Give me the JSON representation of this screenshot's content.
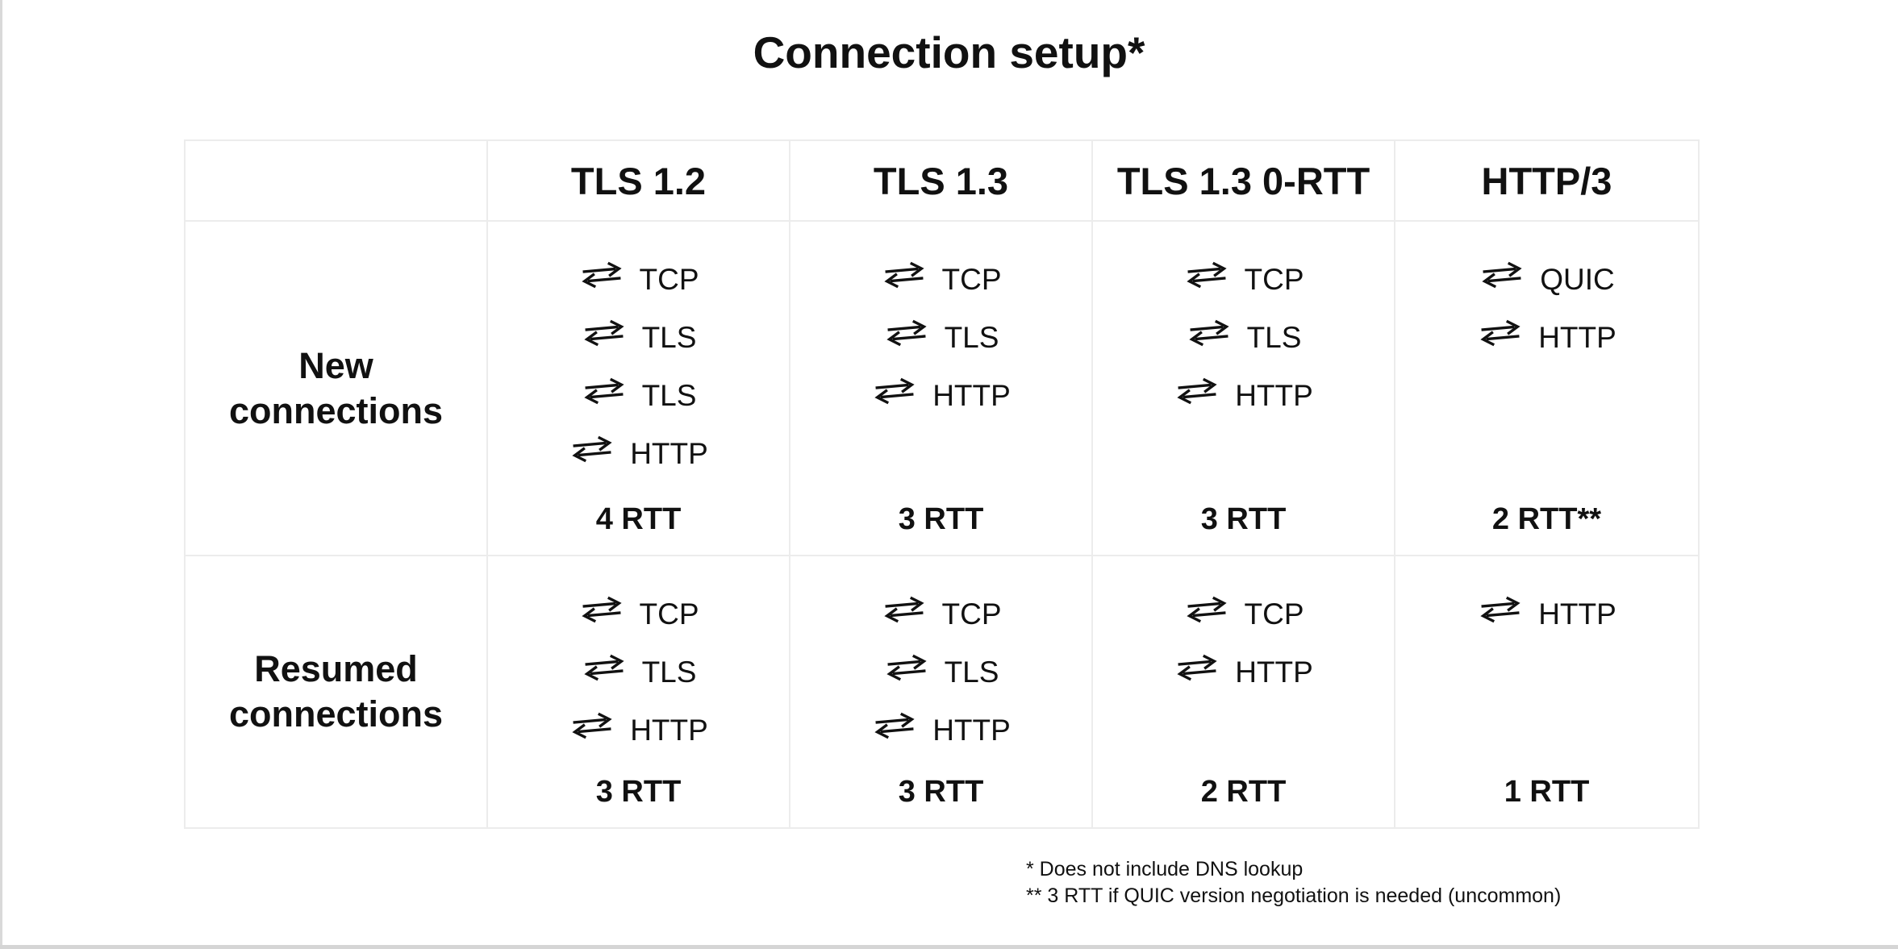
{
  "title": "Connection setup*",
  "table": {
    "corner": "",
    "columns": [
      "TLS 1.2",
      "TLS 1.3",
      "TLS 1.3 0-RTT",
      "HTTP/3"
    ],
    "rows": [
      {
        "label": "New connections",
        "cells": [
          {
            "steps": [
              "TCP",
              "TLS",
              "TLS",
              "HTTP"
            ],
            "rtt": "4 RTT"
          },
          {
            "steps": [
              "TCP",
              "TLS",
              "HTTP"
            ],
            "rtt": "3 RTT"
          },
          {
            "steps": [
              "TCP",
              "TLS",
              "HTTP"
            ],
            "rtt": "3 RTT"
          },
          {
            "steps": [
              "QUIC",
              "HTTP"
            ],
            "rtt": "2 RTT**"
          }
        ]
      },
      {
        "label": "Resumed connections",
        "cells": [
          {
            "steps": [
              "TCP",
              "TLS",
              "HTTP"
            ],
            "rtt": "3 RTT"
          },
          {
            "steps": [
              "TCP",
              "TLS",
              "HTTP"
            ],
            "rtt": "3 RTT"
          },
          {
            "steps": [
              "TCP",
              "HTTP"
            ],
            "rtt": "2 RTT"
          },
          {
            "steps": [
              "HTTP"
            ],
            "rtt": "1 RTT"
          }
        ]
      }
    ]
  },
  "footnotes": [
    "* Does not include DNS lookup",
    "** 3 RTT if QUIC version negotiation is needed (uncommon)"
  ],
  "icons": {
    "step_icon": "roundtrip-arrows-icon"
  },
  "colors": {
    "text": "#111111",
    "table_border": "#ececec",
    "page_edge": "#d9d9d9",
    "background": "#ffffff"
  }
}
